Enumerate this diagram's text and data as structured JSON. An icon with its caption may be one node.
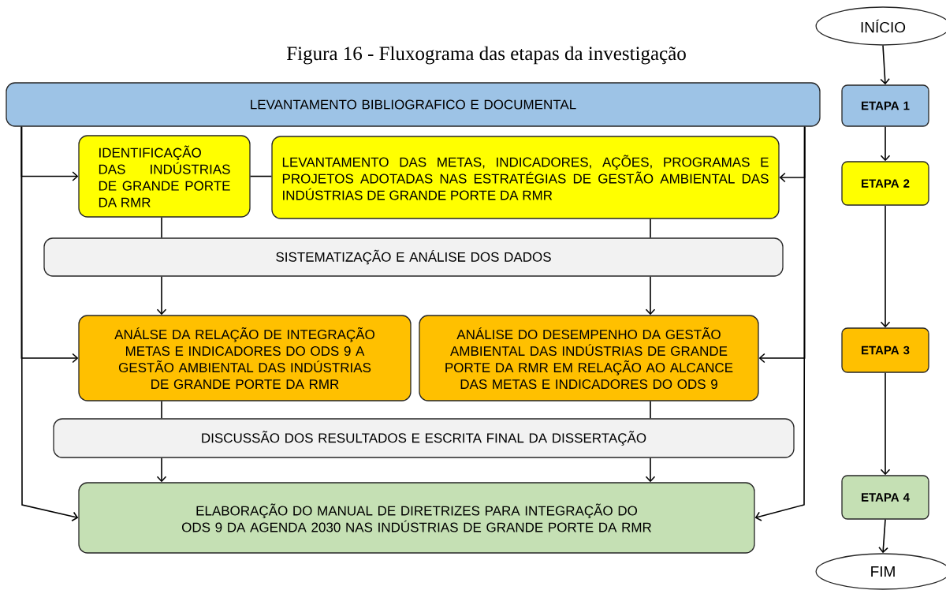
{
  "diagram": {
    "title": "Figura 16 - Fluxograma das etapas da investigação",
    "nodes": [
      {
        "text": [
          "LEVANTAMENTO BIBLIOGRAFICO E DOCUMENTAL"
        ]
      },
      {
        "text": [
          "IDENTIFICAÇÃO DAS INDÚSTRIAS DE GRANDE PORTE DA RMR"
        ]
      },
      {
        "text": [
          "LEVANTAMENTO DAS METAS, INDICADORES, AÇÕES, PROGRAMAS E PROJETOS ADOTADAS NAS ESTRATÉGIAS DE GESTÃO AMBIENTAL DAS INDÚSTRIAS DE GRANDE PORTE DA RMR"
        ]
      },
      {
        "text": [
          "SISTEMATIZAÇÃO E ANÁLISE DOS DADOS"
        ]
      },
      {
        "text": [
          "ANÁLSE DA RELAÇÃO DE INTEGRAÇÃO METAS E INDICADORES DO ODS 9 A GESTÃO AMBIENTAL DAS INDÚSTRIAS DE GRANDE PORTE DA RMR"
        ]
      },
      {
        "text": [
          "ANÁLISE DO DESEMPENHO DA GESTÃO AMBIENTAL DAS INDÚSTRIAS DE GRANDE PORTE DA RMR EM RELAÇÃO AO ALCANCE DAS METAS E INDICADORES DO ODS 9"
        ]
      },
      {
        "text": [
          "DISCUSSÃO DOS RESULTADOS E ESCRITA FINAL DA DISSERTAÇÃO"
        ]
      },
      {
        "text": [
          "ELABORAÇÃO DO MANUAL DE DIRETRIZES PARA INTEGRAÇÃO DO ODS 9 DA AGENDA 2030 NAS INDÚSTRIAS DE GRANDE PORTE DA RMR"
        ]
      },
      {
        "text": [
          "INÍCIO"
        ]
      },
      {
        "text": [
          "ETAPA 1"
        ]
      },
      {
        "text": [
          "ETAPA 2"
        ]
      },
      {
        "text": [
          "ETAPA 3"
        ]
      },
      {
        "text": [
          "ETAPA 4"
        ]
      },
      {
        "text": [
          "FIM"
        ]
      }
    ],
    "edges": [
      {
        "from": 0,
        "to": 1,
        "arrow": "to"
      },
      {
        "from": 0,
        "to": 4,
        "arrow": "to"
      },
      {
        "from": 0,
        "to": 7,
        "arrow": "to"
      },
      {
        "from": 0,
        "to": 2,
        "arrow": "to"
      },
      {
        "from": 0,
        "to": 5,
        "arrow": "to"
      },
      {
        "from": 0,
        "to": 7,
        "arrow": "to"
      },
      {
        "from": 1,
        "to": 2,
        "arrow": "none"
      },
      {
        "from": 1,
        "to": 3,
        "arrow": "none"
      },
      {
        "from": 2,
        "to": 3,
        "arrow": "none"
      },
      {
        "from": 3,
        "to": 4,
        "arrow": "to"
      },
      {
        "from": 3,
        "to": 5,
        "arrow": "to"
      },
      {
        "from": 4,
        "to": 6,
        "arrow": "none"
      },
      {
        "from": 5,
        "to": 6,
        "arrow": "none"
      },
      {
        "from": 6,
        "to": 7,
        "arrow": "to"
      },
      {
        "from": 6,
        "to": 7,
        "arrow": "to"
      },
      {
        "from": 8,
        "to": 9,
        "arrow": "to"
      },
      {
        "from": 9,
        "to": 10,
        "arrow": "to"
      },
      {
        "from": 10,
        "to": 11,
        "arrow": "to"
      },
      {
        "from": 11,
        "to": 12,
        "arrow": "to"
      },
      {
        "from": 12,
        "to": 13,
        "arrow": "to"
      }
    ]
  }
}
